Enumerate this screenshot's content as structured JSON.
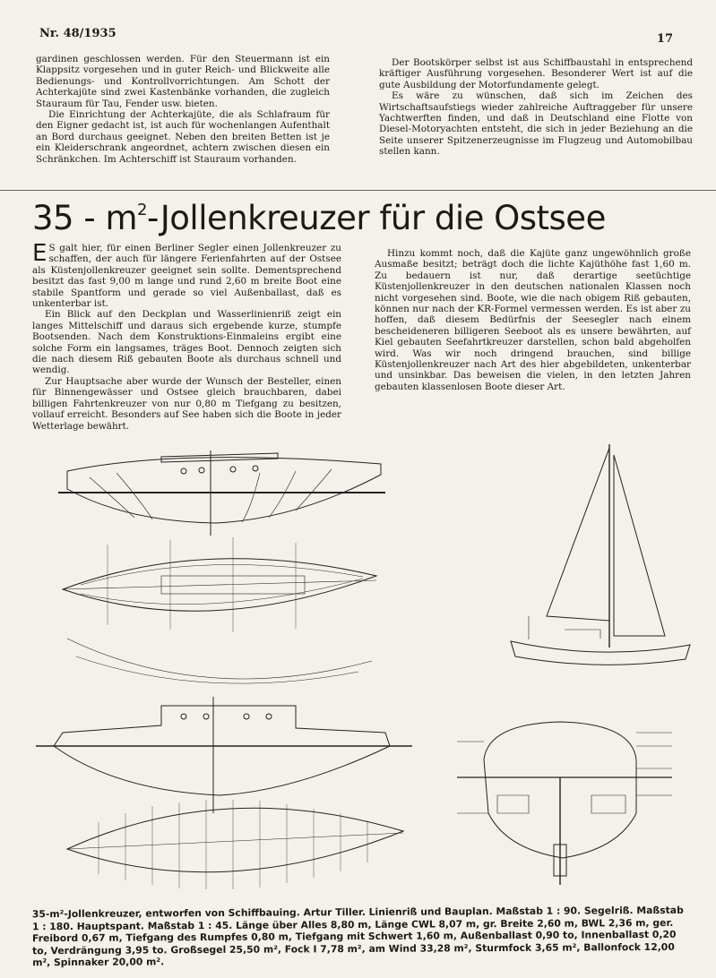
{
  "header": {
    "issue": "Nr. 48/1935",
    "page_number": "17"
  },
  "top_left": {
    "p1": "gardinen geschlossen werden. Für den Steuermann ist ein Klappsitz vorgesehen und in guter Reich- und Blickweite alle Bedienungs- und Kontrollvorrichtungen. Am Schott der Achterkajüte sind zwei Kastenbänke vorhanden, die zugleich Stauraum für Tau, Fender usw. bieten.",
    "p2": "Die Einrichtung der Achterkajüte, die als Schlafraum für den Eigner gedacht ist, ist auch für wochenlangen Aufenthalt an Bord durchaus geeignet. Neben den breiten Betten ist je ein Kleiderschrank angeordnet, achtern zwischen diesen ein Schränkchen. Im Achterschiff ist Stauraum vorhanden."
  },
  "top_right": {
    "p1": "Der Bootskörper selbst ist aus Schiffbaustahl in entsprechend kräftiger Ausführung vorgesehen. Besonderer Wert ist auf die gute Ausbildung der Motorfundamente gelegt.",
    "p2": "Es wäre zu wünschen, daß sich im Zeichen des Wirtschaftsaufstiegs wieder zahlreiche Auftraggeber für unsere Yachtwerften finden, und daß in Deutschland eine Flotte von Diesel-Motoryachten entsteht, die sich in jeder Beziehung an die Seite unserer Spitzenerzeugnisse im Flugzeug und Automobilbau stellen kann."
  },
  "article": {
    "headline_pre": "35 - m",
    "headline_sup": "2",
    "headline_post": "-Jollenkreuzer für die Ostsee",
    "dropcap": "E",
    "p1_rest": "S galt hier, für einen Berliner Segler einen Jollenkreuzer zu schaffen, der auch für längere Ferienfahrten auf der Ostsee als Küstenjollenkreuzer geeignet sein sollte. Dementsprechend besitzt das fast 9,00 m lange und rund 2,60 m breite Boot eine stabile Spantform und gerade so viel Außenballast, daß es unkenterbar ist.",
    "p2": "Ein Blick auf den Deckplan und Wasserlinienriß zeigt ein langes Mittelschiff und daraus sich ergebende kurze, stumpfe Bootsenden. Nach dem Konstruktions-Einmaleins ergibt eine solche Form ein langsames, träges Boot. Dennoch zeigten sich die nach diesem Riß gebauten Boote als durchaus schnell und wendig.",
    "p3": "Zur Hauptsache aber wurde der Wunsch der Besteller, einen für Binnengewässer und Ostsee gleich brauchbaren, dabei billigen Fahrtenkreuzer von nur 0,80 m Tiefgang zu besitzen, vollauf erreicht. Besonders auf See haben sich die Boote in jeder Wetterlage bewährt.",
    "p4": "Hinzu kommt noch, daß die Kajüte ganz ungewöhnlich große Ausmaße besitzt; beträgt doch die lichte Kajüthöhe fast 1,60 m. Zu bedauern ist nur, daß derartige seetüchtige Küstenjollenkreuzer in den deutschen nationalen Klassen noch nicht vorgesehen sind. Boote, wie die nach obigem Riß gebauten, können nur nach der KR-Formel vermessen werden. Es ist aber zu hoffen, daß diesem Bedürfnis der Seesegler nach einem bescheideneren billigeren Seeboot als es unsere bewährten, auf Kiel gebauten Seefahrtkreuzer darstellen, schon bald abgeholfen wird. Was wir noch dringend brauchen, sind billige Küstenjollenkreuzer nach Art des hier abgebildeten, unkenterbar und unsinkbar. Das beweisen die vielen, in den letzten Jahren gebauten klassenlosen Boote dieser Art."
  },
  "caption": "35-m²-Jollenkreuzer, entworfen von Schiffbauing. Artur Tiller. Linienriß und Bauplan. Maßstab 1 : 90. Segelriß. Maßstab 1 : 180. Hauptspant. Maßstab 1 : 45. Länge über Alles 8,80 m, Länge CWL 8,07 m, gr. Breite 2,60 m, BWL 2,36 m, ger. Freibord 0,67 m, Tiefgang des Rumpfes 0,80 m, Tiefgang mit Schwert 1,60 m, Außenballast 0,90 to, Innenballast 0,20 to, Verdrängung 3,95 to. Großsegel 25,50 m², Fock I 7,78 m², am Wind 33,28 m², Sturmfock 3,65 m², Ballonfock 12,00 m², Spinnaker 20,00 m²."
}
